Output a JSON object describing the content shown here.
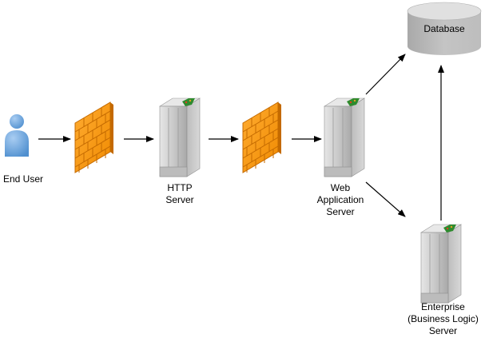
{
  "diagram": {
    "title": "",
    "nodes": [
      {
        "id": "end-user",
        "type": "user",
        "label_lines": [
          "End User"
        ]
      },
      {
        "id": "firewall-1",
        "type": "firewall",
        "label_lines": []
      },
      {
        "id": "http-server",
        "type": "server",
        "label_lines": [
          "HTTP",
          "Server"
        ]
      },
      {
        "id": "firewall-2",
        "type": "firewall",
        "label_lines": []
      },
      {
        "id": "web-app-server",
        "type": "server",
        "label_lines": [
          "Web",
          "Application",
          "Server"
        ]
      },
      {
        "id": "database",
        "type": "database",
        "label_lines": [
          "Database"
        ]
      },
      {
        "id": "enterprise-server",
        "type": "server",
        "label_lines": [
          "Enterprise",
          "(Business Logic)",
          "Server"
        ]
      }
    ],
    "edges": [
      {
        "from": "end-user",
        "to": "firewall-1"
      },
      {
        "from": "firewall-1",
        "to": "http-server"
      },
      {
        "from": "http-server",
        "to": "firewall-2"
      },
      {
        "from": "firewall-2",
        "to": "web-app-server"
      },
      {
        "from": "web-app-server",
        "to": "database"
      },
      {
        "from": "web-app-server",
        "to": "enterprise-server"
      },
      {
        "from": "enterprise-server",
        "to": "database"
      }
    ],
    "colors": {
      "firewall": "#f7931e",
      "firewall_dark": "#c96a00",
      "user": "#7fb2e5",
      "server": "#d4d4d4",
      "database": "#c8c8c8",
      "arrow": "#000000"
    }
  },
  "labels": {
    "end_user": "End User",
    "http_1": "HTTP",
    "http_2": "Server",
    "web_1": "Web",
    "web_2": "Application",
    "web_3": "Server",
    "database": "Database",
    "ent_1": "Enterprise",
    "ent_2": "(Business Logic)",
    "ent_3": "Server"
  }
}
